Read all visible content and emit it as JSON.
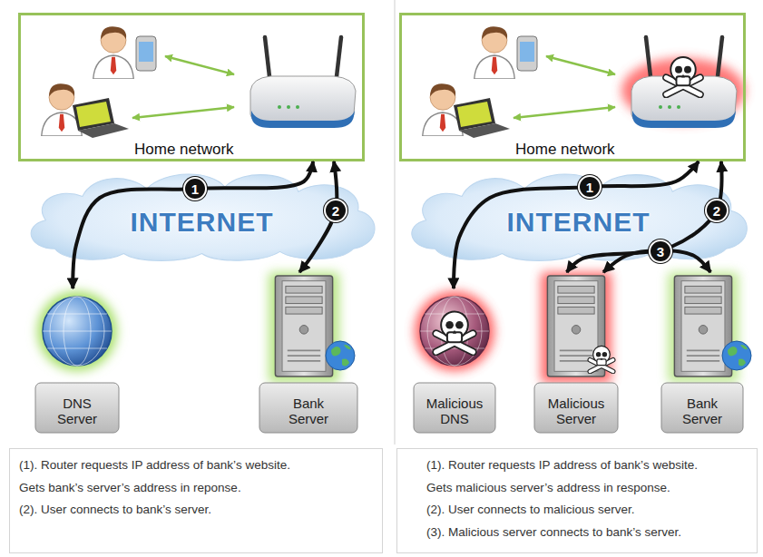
{
  "diagram": {
    "nodes": [
      {
        "text": [
          "Home network"
        ]
      },
      {
        "text": [
          "INTERNET"
        ]
      },
      {
        "text": [
          "DNS Server"
        ]
      },
      {
        "text": [
          "Bank Server"
        ]
      },
      {
        "text": [
          "Home network"
        ]
      },
      {
        "text": [
          "INTERNET"
        ]
      },
      {
        "text": [
          "Malicious DNS"
        ]
      },
      {
        "text": [
          "Malicious Server"
        ]
      },
      {
        "text": [
          "Bank Server"
        ]
      },
      {
        "text": [
          "(1). Router requests IP address of bank’s website.",
          "Gets bank’s server’s address in reponse.",
          "(2). User connects to bank’s server."
        ]
      },
      {
        "text": [
          "(1). Router requests IP address of bank’s website.",
          "Gets malicious server’s address in response.",
          "(2). User connects to malicious server.",
          "(3). Malicious server connects to bank’s server."
        ]
      }
    ],
    "edges": [
      {
        "from": 0,
        "to": 2,
        "arrow": "both",
        "label": "1"
      },
      {
        "from": 0,
        "to": 3,
        "arrow": "both",
        "label": "2"
      },
      {
        "from": 4,
        "to": 6,
        "arrow": "both",
        "label": "1"
      },
      {
        "from": 4,
        "to": 7,
        "arrow": "both",
        "label": "2"
      },
      {
        "from": 7,
        "to": 8,
        "arrow": "both",
        "label": "3"
      }
    ]
  }
}
